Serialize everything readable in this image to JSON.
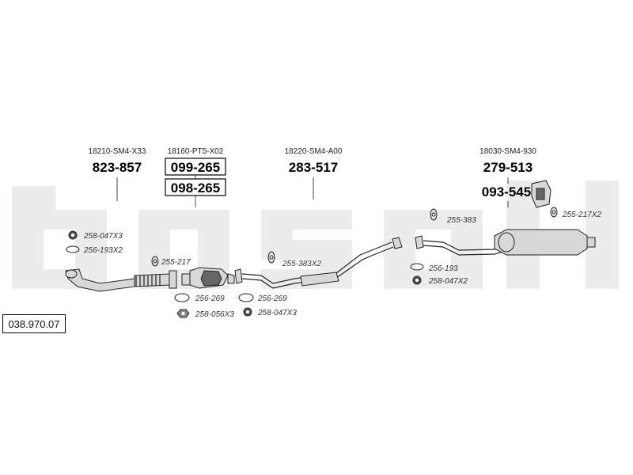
{
  "brand_watermark": "bosal",
  "diagram_code": "038.970.07",
  "assemblies": [
    {
      "ref": "18210-SM4-X33",
      "numbers": [
        "823-857"
      ]
    },
    {
      "ref": "18160-PT5-X02",
      "numbers": [
        "099-265",
        "098-265"
      ]
    },
    {
      "ref": "18220-SM4-A00",
      "numbers": [
        "283-517"
      ]
    },
    {
      "ref": "18030-SM4-930",
      "numbers": [
        "279-513",
        "093-545"
      ]
    }
  ],
  "fittings": [
    "258-047X3",
    "256-193X2",
    "255-217",
    "256-269",
    "258-056X3",
    "256-269",
    "258-047X3",
    "255-383X2",
    "255-383",
    "256-193",
    "258-047X2",
    "255-217X2"
  ],
  "colors": {
    "watermark": "#ececec",
    "line": "#222222",
    "part": "#d8d8d8"
  }
}
